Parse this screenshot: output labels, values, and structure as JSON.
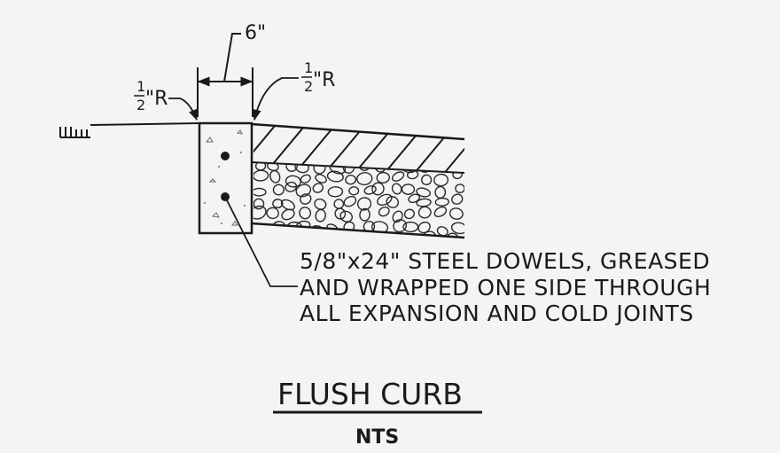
{
  "dimension": {
    "width_label": "6\""
  },
  "radius_left": {
    "numerator": "1",
    "denominator": "2",
    "suffix": "\"R"
  },
  "radius_right": {
    "numerator": "1",
    "denominator": "2",
    "suffix": "\"R"
  },
  "note": {
    "lines": [
      "5/8\"x24\" STEEL DOWELS, GREASED",
      "AND WRAPPED ONE SIDE THROUGH",
      "ALL EXPANSION AND COLD JOINTS"
    ]
  },
  "title": {
    "main": "FLUSH CURB",
    "sub": "NTS"
  },
  "colors": {
    "ink": "#1a1a1a",
    "paper": "#f4f4f2"
  }
}
